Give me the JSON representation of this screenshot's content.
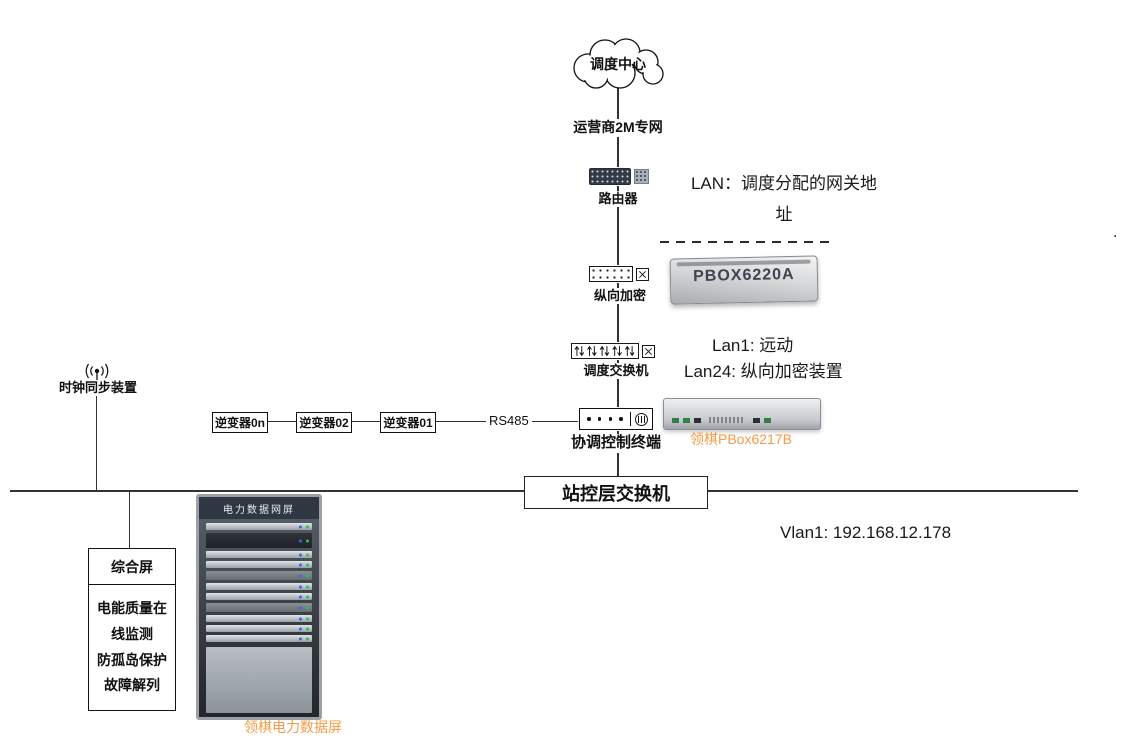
{
  "colors": {
    "accent_orange": "#f59b45",
    "line_color": "#333333"
  },
  "cloud": {
    "label": "调度中心"
  },
  "wan": {
    "label": "运营商2M专网"
  },
  "router": {
    "label": "路由器",
    "lan_note": "LAN：调度分配的网关地\n址"
  },
  "encryption": {
    "label": "纵向加密",
    "device_model": "PBOX6220A"
  },
  "dispatch_switch": {
    "label": "调度交换机",
    "lan1_note": "Lan1: 远动",
    "lan24_note": "Lan24: 纵向加密装置"
  },
  "terminal": {
    "label": "协调控制终端",
    "device_caption": "领棋PBox6217B"
  },
  "clock": {
    "label": "时钟同步装置"
  },
  "inverters": [
    {
      "label": "逆变器0n"
    },
    {
      "label": "逆变器02"
    },
    {
      "label": "逆变器01"
    }
  ],
  "links": {
    "rs485_label": "RS485"
  },
  "station_switch": {
    "label": "站控层交换机",
    "vlan_note": "Vlan1: 192.168.12.178"
  },
  "panel": {
    "label": "综合屏",
    "functions_text": "电能质量在\n线监测\n防孤岛保护\n故障解列"
  },
  "rack": {
    "title": "电力数据网屏",
    "caption": "领棋电力数据屏"
  },
  "misc": {
    "stray_dot": "."
  }
}
